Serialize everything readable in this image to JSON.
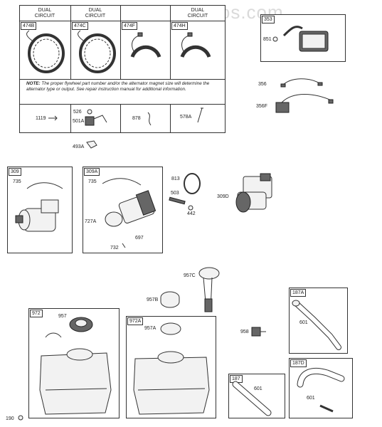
{
  "watermark": "AppliancePartsPros.com",
  "top_table": {
    "headers": [
      "DUAL\nCIRCUIT",
      "DUAL\nCIRCUIT",
      "",
      "DUAL\nCIRCUIT"
    ],
    "cells": [
      "474B",
      "474C",
      "474F",
      "474H"
    ],
    "note_prefix": "NOTE:",
    "note_text": "The proper flywheel part number and/or the alternator magnet size will determine the alternator type or output. See repair instruction manual for additional information.",
    "bottom_parts": [
      "1119",
      "526",
      "501A",
      "878",
      "578A"
    ]
  },
  "labels": {
    "p493A": "493A",
    "p353": "353",
    "p851": "851",
    "p356": "356",
    "p356F": "356F",
    "p309": "309",
    "p735a": "735",
    "p309A": "309A",
    "p735b": "735",
    "p727A": "727A",
    "p697": "697",
    "p732": "732",
    "p813": "813",
    "p503": "503",
    "p442": "442",
    "p309D": "309D",
    "p957C": "957C",
    "p957B": "957B",
    "p972": "972",
    "p957": "957",
    "p972A": "972A",
    "p957A": "957A",
    "p958": "958",
    "p187A": "187A",
    "p601a": "601",
    "p187": "187",
    "p601b": "601",
    "p187D": "187D",
    "p601c": "601",
    "p190": "190"
  }
}
